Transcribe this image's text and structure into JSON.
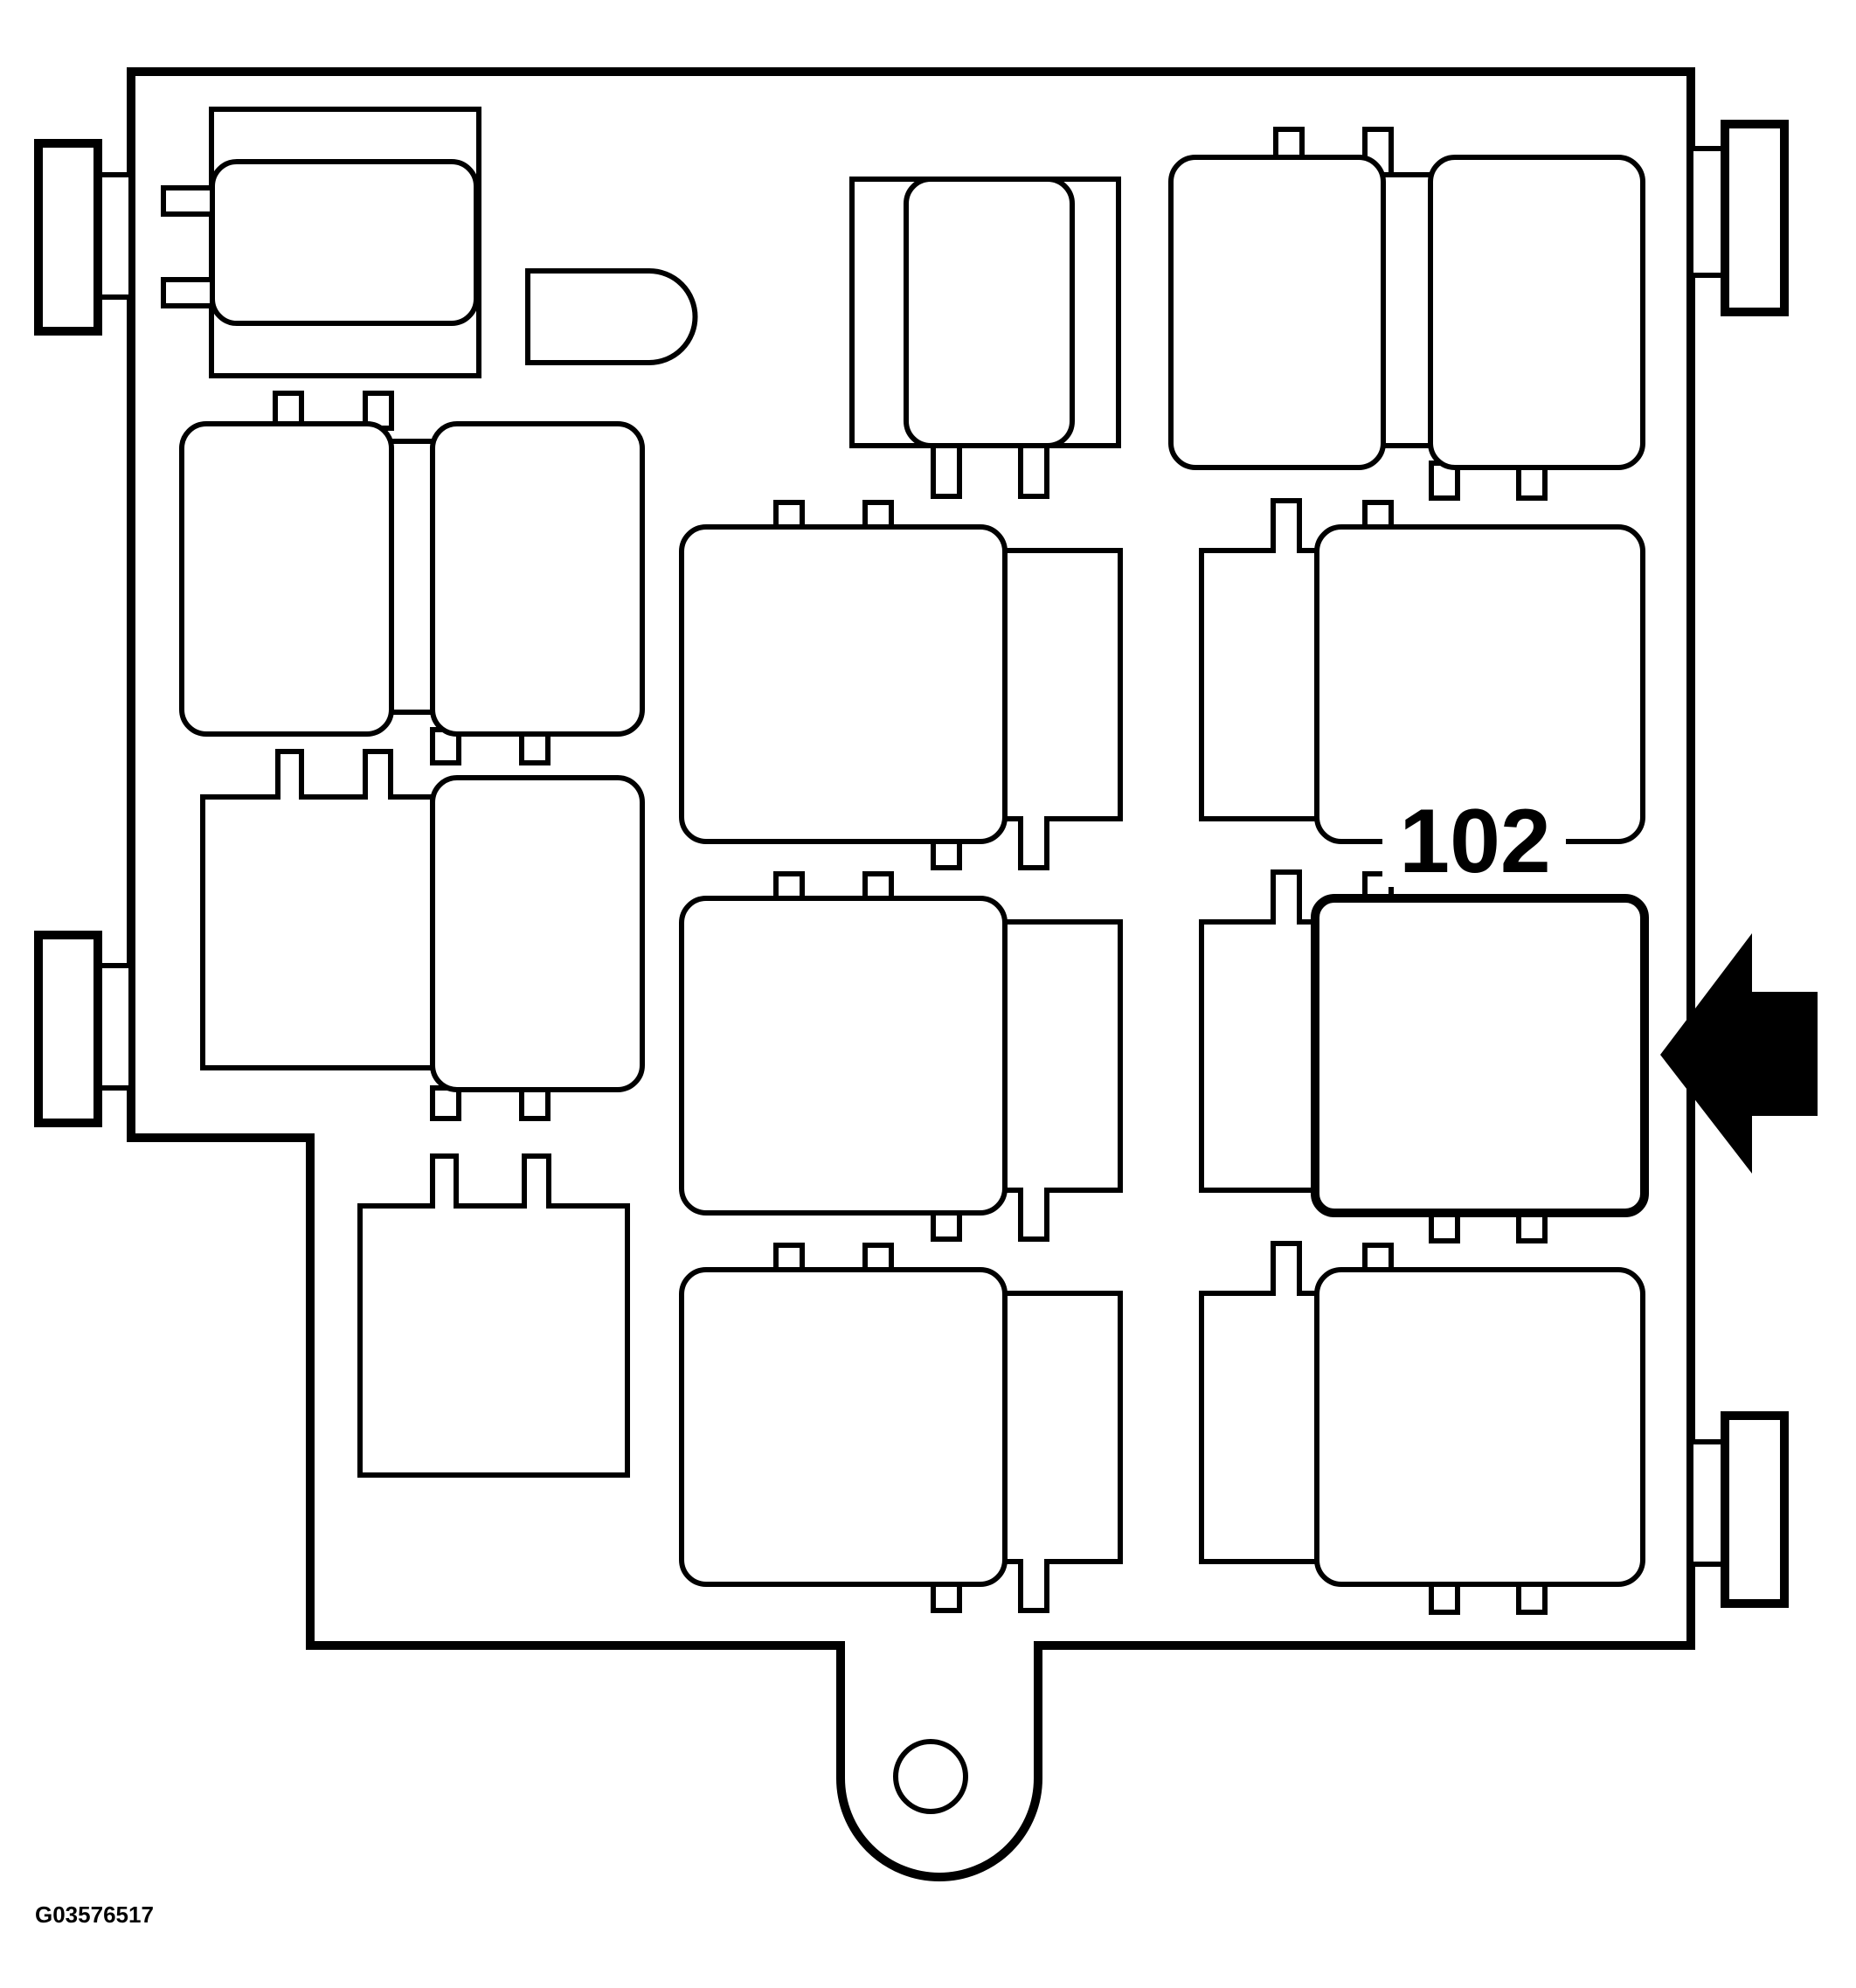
{
  "diagram": {
    "callout_label": "102",
    "figure_id": "G03576517",
    "highlighted_relay": "102",
    "colors": {
      "line": "#000000",
      "background": "#ffffff",
      "arrow": "#000000"
    }
  }
}
